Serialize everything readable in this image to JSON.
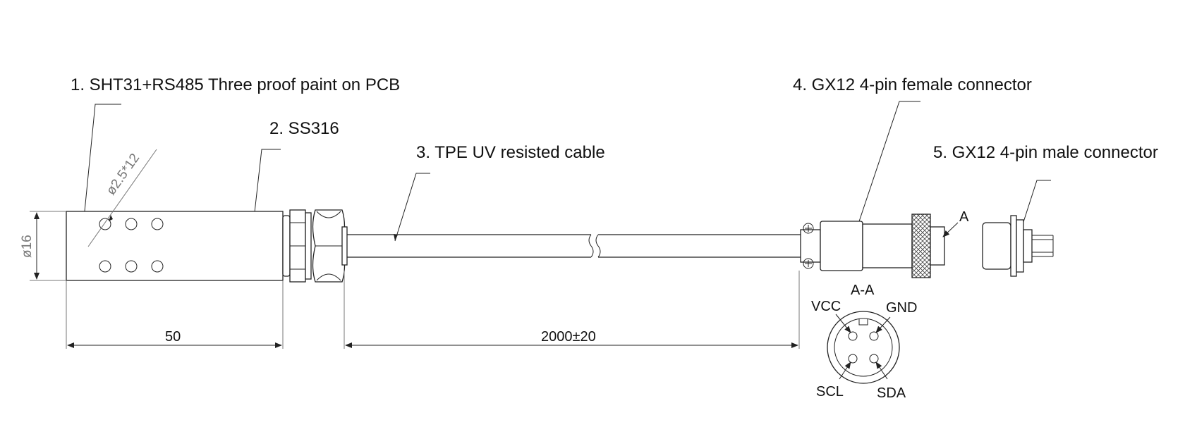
{
  "callouts": {
    "c1": "1. SHT31+RS485 Three proof paint on PCB",
    "c2": "2. SS316",
    "c3": "3. TPE UV resisted cable",
    "c4": "4. GX12 4-pin female connector",
    "c5": "5. GX12 4-pin male connector"
  },
  "dimensions": {
    "hole": "ø2.5*12",
    "diameter": "ø16",
    "probe_length": "50",
    "cable_length": "2000±20"
  },
  "section": {
    "marker": "A",
    "title": "A-A",
    "pins": {
      "vcc": "VCC",
      "gnd": "GND",
      "scl": "SCL",
      "sda": "SDA"
    }
  }
}
